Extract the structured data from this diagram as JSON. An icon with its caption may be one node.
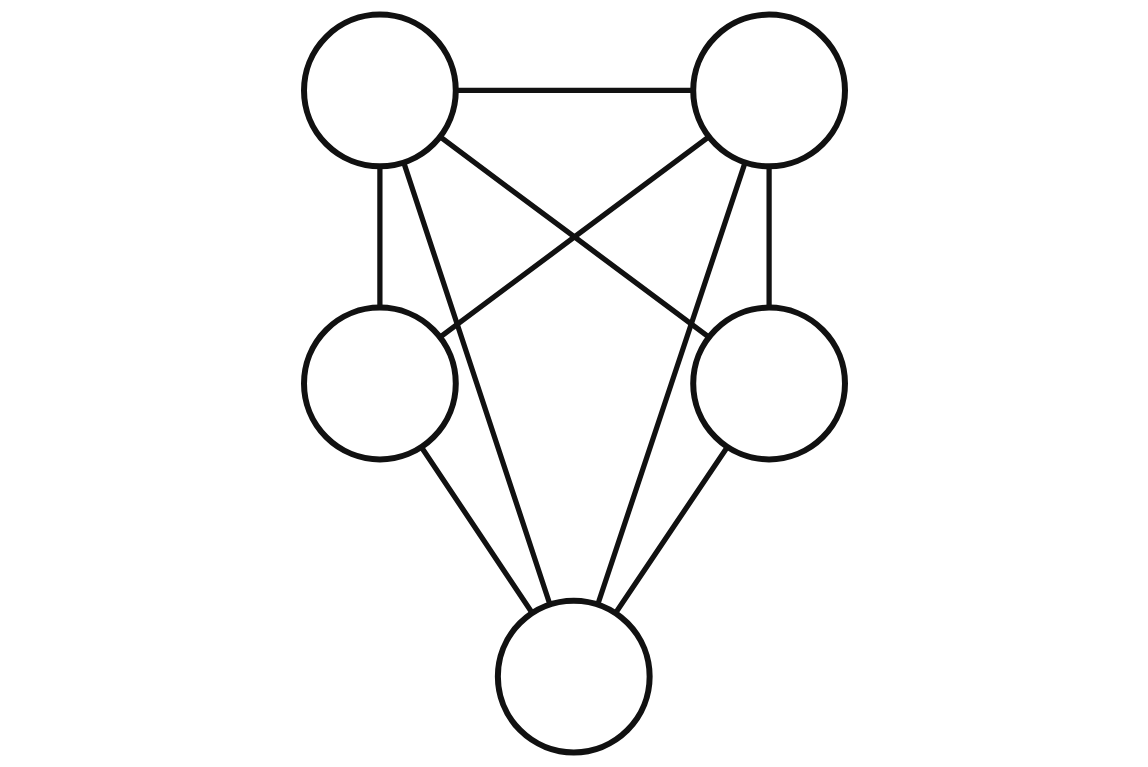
{
  "diagram": {
    "nodes": [
      {
        "text": [],
        "shape": "circle"
      },
      {
        "text": [],
        "shape": "circle"
      },
      {
        "text": [],
        "shape": "circle"
      },
      {
        "text": [],
        "shape": "circle"
      },
      {
        "text": [],
        "shape": "circle"
      }
    ],
    "edges": [
      {
        "from": 0,
        "to": 1,
        "arrow": "none"
      },
      {
        "from": 0,
        "to": 2,
        "arrow": "none"
      },
      {
        "from": 0,
        "to": 4,
        "arrow": "none"
      },
      {
        "from": 0,
        "to": 3,
        "arrow": "none"
      },
      {
        "from": 1,
        "to": 2,
        "arrow": "none"
      },
      {
        "from": 1,
        "to": 4,
        "arrow": "none"
      },
      {
        "from": 1,
        "to": 3,
        "arrow": "none"
      },
      {
        "from": 2,
        "to": 4,
        "arrow": "none"
      },
      {
        "from": 4,
        "to": 3,
        "arrow": "none"
      }
    ]
  }
}
